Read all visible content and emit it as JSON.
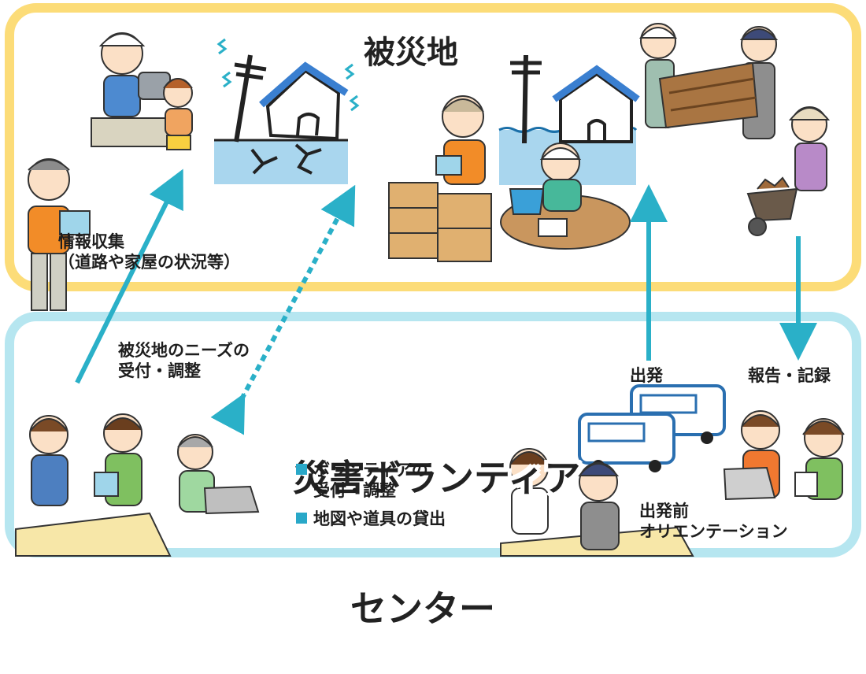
{
  "title_disaster_area": "被災地",
  "center_title_line1": "災害ボランティア",
  "center_title_line2": "センター",
  "label_info_collection": "情報収集\n（道路や家屋の状況等）",
  "label_needs": "被災地のニーズの\n受付・調整",
  "label_departure": "出発",
  "label_report": "報告・記録",
  "label_orientation": "出発前\nオリエンテーション",
  "bullets": [
    "ボランティアの\n受付・調整",
    "地図や道具の貸出"
  ],
  "colors": {
    "disaster_border": "#fcdc78",
    "center_border": "#b6e6f0",
    "arrow": "#2ab0c8",
    "bullet": "#29a8c8"
  }
}
